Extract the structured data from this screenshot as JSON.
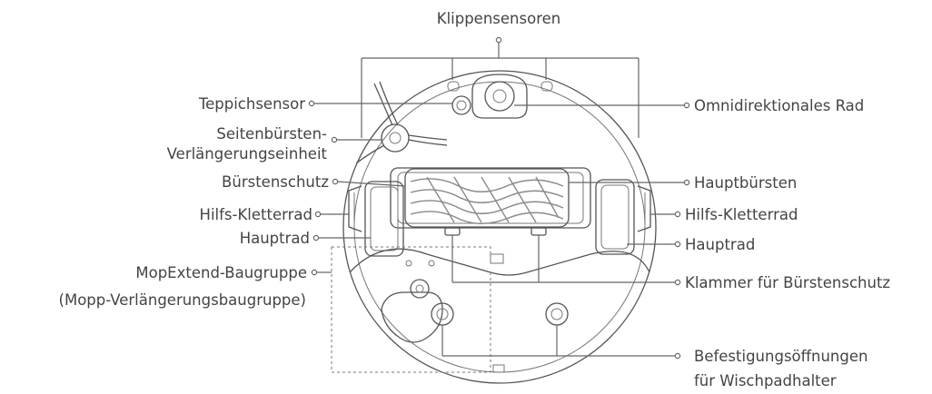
{
  "labels": {
    "klippensensoren": "Klippensensoren",
    "teppichsensor": "Teppichsensor",
    "seitenbuersten_1": "Seitenbürsten-",
    "seitenbuersten_2": "Verlängerungseinheit",
    "buerstenschutz": "Bürstenschutz",
    "hilfs_kletterrad_left": "Hilfs-Kletterrad",
    "hauptrad_left": "Hauptrad",
    "mopextend_1": "MopExtend-Baugruppe",
    "mopextend_2": "(Mopp-Verlängerungsbaugruppe)",
    "omnidirektionales_rad": "Omnidirektionales Rad",
    "hauptbuersten": "Hauptbürsten",
    "hilfs_kletterrad_right": "Hilfs-Kletterrad",
    "hauptrad_right": "Hauptrad",
    "klammer": "Klammer für Bürstenschutz",
    "befestigung_1": "Befestigungsöffnungen",
    "befestigung_2": "für Wischpadhalter"
  },
  "colors": {
    "line": "#666666",
    "text": "#444444",
    "background": "#ffffff"
  }
}
